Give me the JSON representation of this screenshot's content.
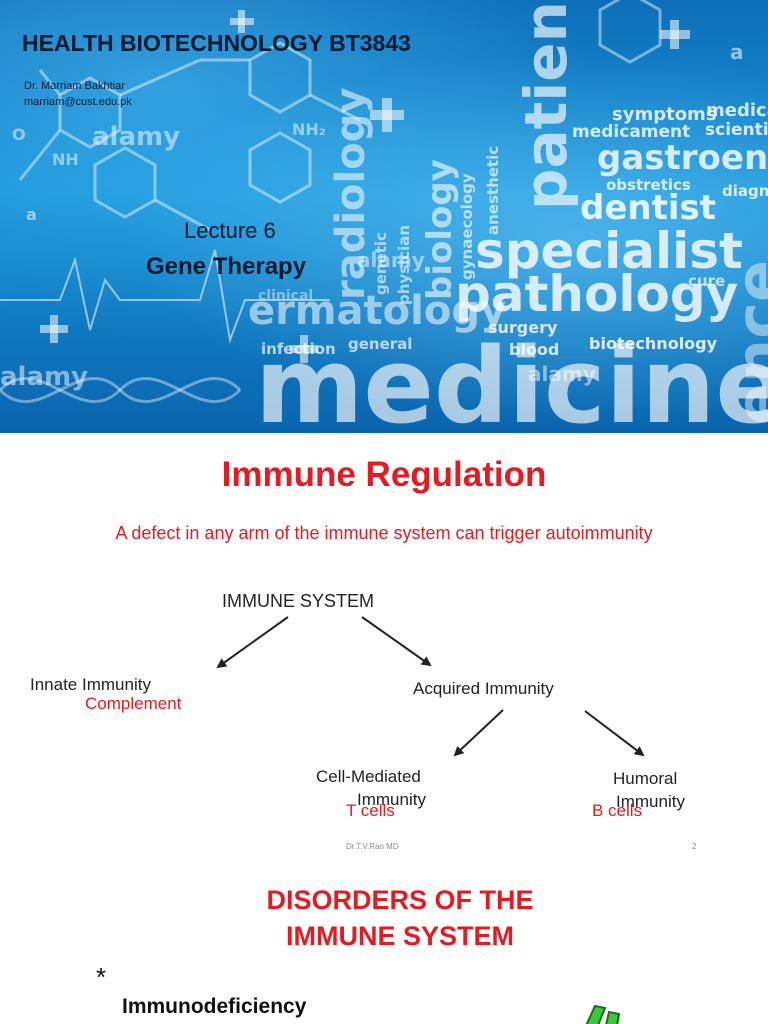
{
  "slide1": {
    "title": "HEALTH BIOTECHNOLOGY BT3843",
    "author": "Dr. Marriam Bakhtiar",
    "email": "marriam@cust.edu.pk",
    "lecture": "Lecture 6",
    "topic": "Gene Therapy",
    "background_words": {
      "medicine": "medicine",
      "pathology": "pathology",
      "specialist": "specialist",
      "patient": "patien",
      "dentist": "dentist",
      "gastroent": "gastroent",
      "dermatology": "ermatology",
      "radiology": "radiology",
      "biology": "biology",
      "symptoms": "symptoms",
      "medicament": "medicament",
      "medical": "medica",
      "scientific": "scientif",
      "obstretics": "obstretics",
      "diagnosis": "diagn",
      "cure": "cure",
      "surgery": "surgery",
      "blood": "blood",
      "biotechnology": "biotechnology",
      "infection": "infection",
      "general": "general",
      "clinical": "clinical",
      "genetic": "genetic",
      "physician": "physician",
      "gynaecology": "gynaecology",
      "anesthetic": "anesthetic",
      "science": "ence",
      "alamy_1": "alamy",
      "alamy_2": "alamy",
      "alamy_3": "alamy",
      "alamy_4": "alamy",
      "letter_a_1": "a",
      "letter_a_2": "a",
      "nh_label": "NH",
      "nh2_label": "NH₂",
      "o_label": "O"
    },
    "colors": {
      "background": "#1693d8",
      "text": "#061a2e"
    }
  },
  "slide2": {
    "title": "Immune Regulation",
    "subtitle": "A defect in any arm of the immune system can trigger autoimmunity",
    "root": "IMMUNE SYSTEM",
    "innate": "Innate  Immunity",
    "innate_note": "Complement",
    "acquired": "Acquired  Immunity",
    "cell_mediated_line1": "Cell-Mediated",
    "cell_mediated_line2": "Immunity",
    "cell_mediated_note": "T cells",
    "humoral_line1": "Humoral",
    "humoral_line2": "Immunity",
    "humoral_note": "B cells",
    "footer_author": "Dr.T.V.Rao MD",
    "page_number": "2",
    "colors": {
      "accent": "#e31b23"
    }
  },
  "slide3": {
    "title_line1": "DISORDERS OF THE",
    "title_line2": "IMMUNE SYSTEM",
    "bullet": "*",
    "item": "Immunodeficiency"
  }
}
